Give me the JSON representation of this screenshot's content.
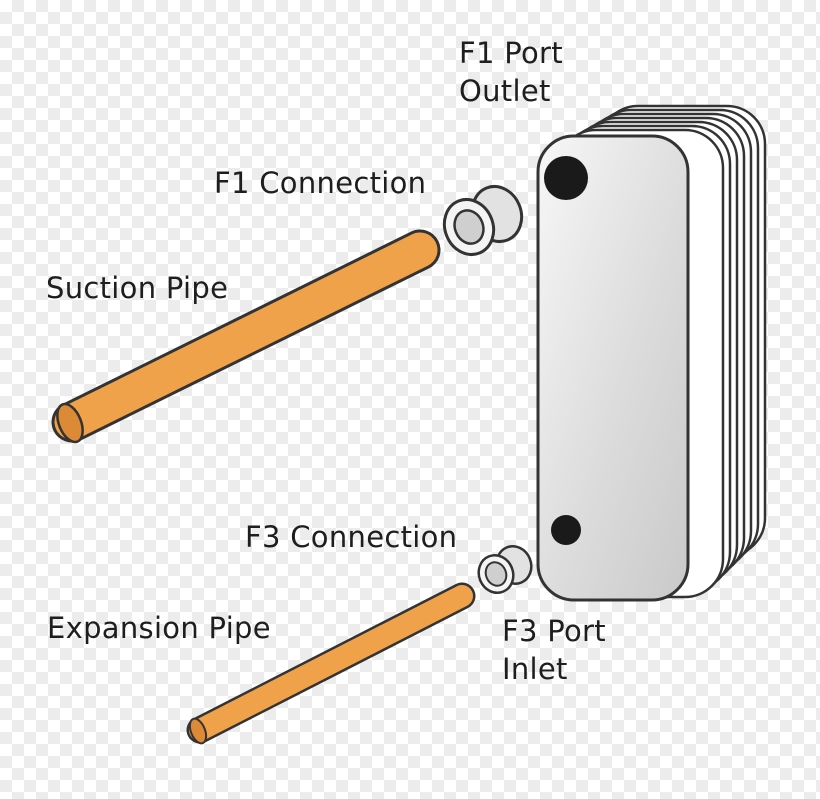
{
  "labels": {
    "f1_port": [
      "F1 Port",
      "Outlet"
    ],
    "f1_connection": "F1 Connection",
    "suction_pipe": "Suction Pipe",
    "f3_connection": "F3 Connection",
    "expansion_pipe": "Expansion Pipe",
    "f3_port": [
      "F3 Port",
      "Inlet"
    ]
  },
  "colors": {
    "pipe_fill": "#f0a24b",
    "pipe_end": "#dd8a36",
    "outline": "#333333",
    "plate_fill": "#e6e6e6",
    "port_fill": "#1a1a1a",
    "fitting_fill": "#d4d4d4"
  }
}
